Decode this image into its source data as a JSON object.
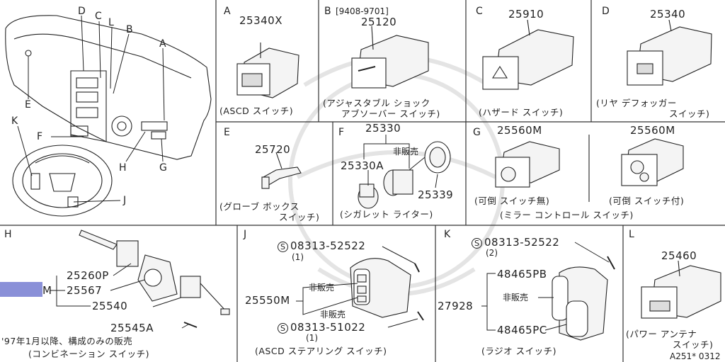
{
  "overview": {
    "callouts": [
      "D",
      "C",
      "L",
      "B",
      "A",
      "E",
      "K",
      "F",
      "H",
      "G",
      "J"
    ]
  },
  "panels": {
    "A": {
      "letter": "A",
      "part": "25340X",
      "caption": "(ASCD スイッチ)"
    },
    "B": {
      "letter": "B",
      "date": "[9408-9701]",
      "part": "25120",
      "caption1": "(アジャスタブル ショック",
      "caption2": "アブソーバー スイッチ)"
    },
    "C": {
      "letter": "C",
      "part": "25910",
      "caption": "(ハザード スイッチ)"
    },
    "D": {
      "letter": "D",
      "part": "25340",
      "caption1": "(リヤ デフォッガー",
      "caption2": "スイッチ)"
    },
    "E": {
      "letter": "E",
      "part": "25720",
      "caption1": "(グローブ ボックス",
      "caption2": "スイッチ)"
    },
    "F": {
      "letter": "F",
      "part_top": "25330",
      "part_a": "25330A",
      "nonsale": "非販売",
      "part_ring": "25339",
      "caption": "(シガレット ライター)"
    },
    "G": {
      "letter": "G",
      "part_left": "25560M",
      "part_right": "25560M",
      "caption_left": "(可倒 スイッチ無)",
      "caption_right": "(可倒 スイッチ付)",
      "caption": "(ミラー コントロール スイッチ)"
    },
    "H": {
      "letter": "H",
      "p1": "25260P",
      "m": "M",
      "p2": "25567",
      "p3": "25540",
      "p4": "25545A",
      "note": "'97年1月以降、構成のみの販売",
      "caption": "(コンビネーション スイッチ)"
    },
    "J": {
      "letter": "J",
      "s": "S",
      "bolt1": "08313-52522",
      "qty1": "(1)",
      "part": "25550M",
      "ns1": "非販売",
      "ns2": "非販売",
      "bolt2": "08313-51022",
      "qty2": "(1)",
      "caption": "(ASCD ステアリング スイッチ)"
    },
    "K": {
      "letter": "K",
      "s": "S",
      "bolt": "08313-52522",
      "qty": "(2)",
      "pb": "48465PB",
      "main": "27928",
      "ns": "非販売",
      "pc": "48465PC",
      "caption": "(ラジオ スイッチ)"
    },
    "L": {
      "letter": "L",
      "part": "25460",
      "caption1": "(パワー アンテナ",
      "caption2": "スイッチ)",
      "ref": "A251* 0312"
    }
  },
  "colors": {
    "line": "#222222",
    "highlight": "#8a90d8",
    "watermark": "#ececec"
  }
}
